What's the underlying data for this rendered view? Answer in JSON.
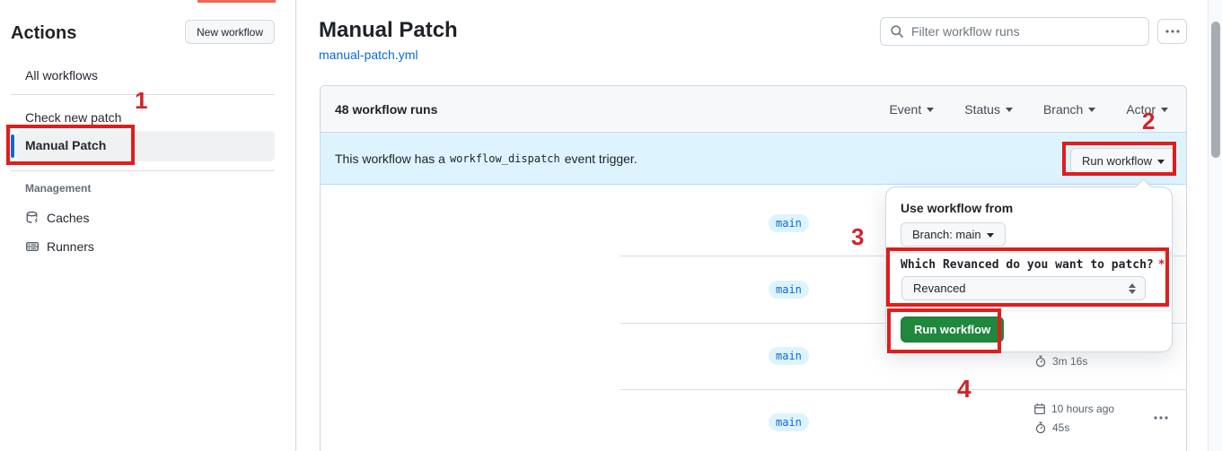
{
  "annotations": {
    "numbers": [
      "1",
      "2",
      "3",
      "4"
    ]
  },
  "sidebar": {
    "title": "Actions",
    "new_workflow_button": "New workflow",
    "all_workflows": "All workflows",
    "workflows": [
      {
        "label": "Check new patch"
      },
      {
        "label": "Manual Patch"
      }
    ],
    "management_label": "Management",
    "caches": "Caches",
    "runners": "Runners"
  },
  "header": {
    "title": "Manual Patch",
    "file_link": "manual-patch.yml",
    "filter_placeholder": "Filter workflow runs"
  },
  "table": {
    "runs_count": "48 workflow runs",
    "filters": [
      {
        "label": "Event"
      },
      {
        "label": "Status"
      },
      {
        "label": "Branch"
      },
      {
        "label": "Actor"
      }
    ],
    "banner": {
      "text_before": "This workflow has a",
      "code": "workflow_dispatch",
      "text_after": "event trigger.",
      "run_workflow_button": "Run workflow"
    },
    "rows": [
      {
        "branch": "main"
      },
      {
        "branch": "main"
      },
      {
        "branch": "main",
        "duration": "3m 16s"
      },
      {
        "branch": "main",
        "date": "10 hours ago",
        "duration": "45s"
      }
    ]
  },
  "run_dropdown": {
    "use_workflow_from": "Use workflow from",
    "branch_selector": "Branch: main",
    "input_label": "Which Revanced do you want to patch?",
    "required_marker": "*",
    "select_value": "Revanced",
    "run_button": "Run workflow"
  },
  "colors": {
    "accent_blue": "#0969da",
    "banner_bg": "#ddf4ff",
    "green_button": "#1f883d",
    "annotation_red": "#e21c1c"
  }
}
